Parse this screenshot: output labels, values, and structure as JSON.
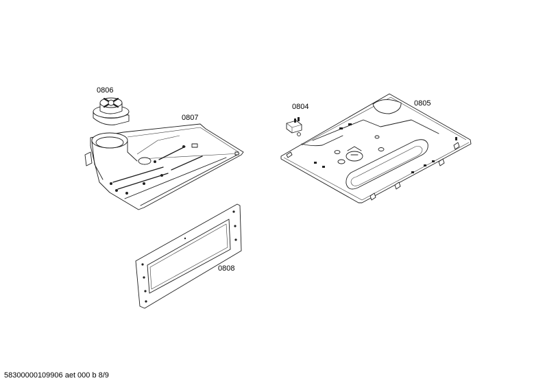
{
  "parts": [
    {
      "id": "p0806",
      "number": "0806"
    },
    {
      "id": "p0807",
      "number": "0807"
    },
    {
      "id": "p0808",
      "number": "0808"
    },
    {
      "id": "p0804",
      "number": "0804"
    },
    {
      "id": "p0805",
      "number": "0805"
    }
  ],
  "footer": {
    "drawing_ref": "58300000109906 aet 000 b 8/9"
  }
}
